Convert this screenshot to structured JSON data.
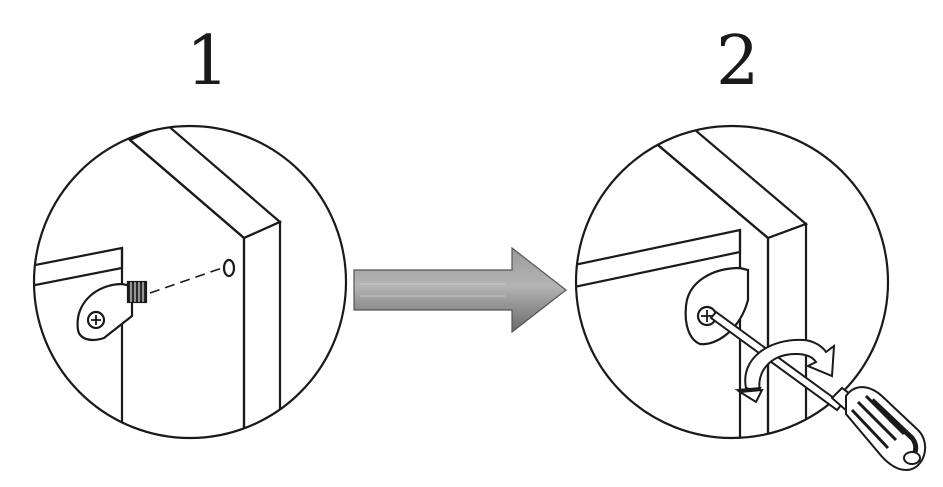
{
  "steps": [
    {
      "number": "1"
    },
    {
      "number": "2"
    }
  ],
  "colors": {
    "line": "#1a1a1a",
    "arrow_fill": "#7a7a7a",
    "arrow_highlight": "#a8a8a8",
    "background": "#ffffff"
  },
  "icons": {
    "step1": "bracket-screw-hole",
    "arrow": "right-arrow",
    "step2": "screwdriver-rotation"
  }
}
